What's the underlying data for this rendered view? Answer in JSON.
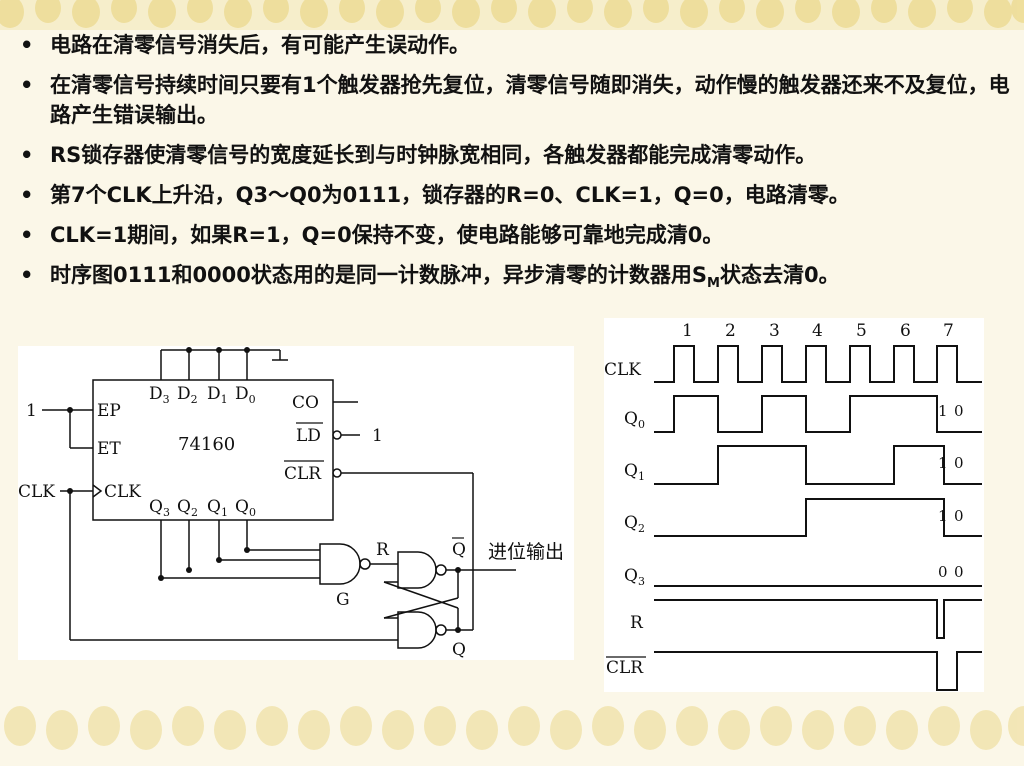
{
  "bullets": [
    {
      "text": "电路在清零信号消失后，有可能产生误动作。"
    },
    {
      "text": "在清零信号持续时间只要有1个触发器抢先复位，清零信号随即消失，动作慢的触发器还来不及复位，电路产生错误输出。"
    },
    {
      "text": "RS锁存器使清零信号的宽度延长到与时钟脉宽相同，各触发器都能完成清零动作。"
    },
    {
      "text": "第7个CLK上升沿，Q3～Q0为0111，锁存器的R=0、CLK=1，Q=0，电路清零。"
    },
    {
      "text": "CLK=1期间，如果R=1，Q=0保持不变，使电路能够可靠地完成清0。"
    },
    {
      "text_before": "时序图0111和0000状态用的是同一计数脉冲，异步清零的计数器用S",
      "subscript": "M",
      "text_after": "状态去清0。"
    }
  ],
  "circuit": {
    "chip_name": "74160",
    "pin_ep": "EP",
    "pin_et": "ET",
    "pin_clk": "CLK",
    "pin_co": "CO",
    "pin_ld": "LD",
    "pin_clr": "CLR",
    "pin_d3": "D",
    "pin_d3_sub": "3",
    "pin_d2": "D",
    "pin_d2_sub": "2",
    "pin_d1": "D",
    "pin_d1_sub": "1",
    "pin_d0": "D",
    "pin_d0_sub": "0",
    "pin_q3": "Q",
    "pin_q3_sub": "3",
    "pin_q2": "Q",
    "pin_q2_sub": "2",
    "pin_q1": "Q",
    "pin_q1_sub": "1",
    "pin_q0": "Q",
    "pin_q0_sub": "0",
    "input_ep_value": "1",
    "input_ld_value": "1",
    "input_clk_label": "CLK",
    "gate_g_label": "G",
    "latch_r_label": "R",
    "latch_qbar_label": "Q",
    "latch_q_label": "Q",
    "carry_output_label": "进位输出"
  },
  "timing": {
    "pulse_numbers": [
      "1",
      "2",
      "3",
      "4",
      "5",
      "6",
      "7"
    ],
    "signals": [
      {
        "label": "CLK",
        "sub": ""
      },
      {
        "label": "Q",
        "sub": "0"
      },
      {
        "label": "Q",
        "sub": "1"
      },
      {
        "label": "Q",
        "sub": "2"
      },
      {
        "label": "Q",
        "sub": "3"
      },
      {
        "label": "R",
        "sub": ""
      },
      {
        "label": "CLR",
        "sub": "",
        "overline": true
      }
    ],
    "annotations": {
      "q0_left": "1",
      "q0_right": "0",
      "q1_left": "1",
      "q1_right": "0",
      "q2_left": "1",
      "q2_right": "0",
      "q3_left": "0",
      "q3_right": "0"
    }
  }
}
